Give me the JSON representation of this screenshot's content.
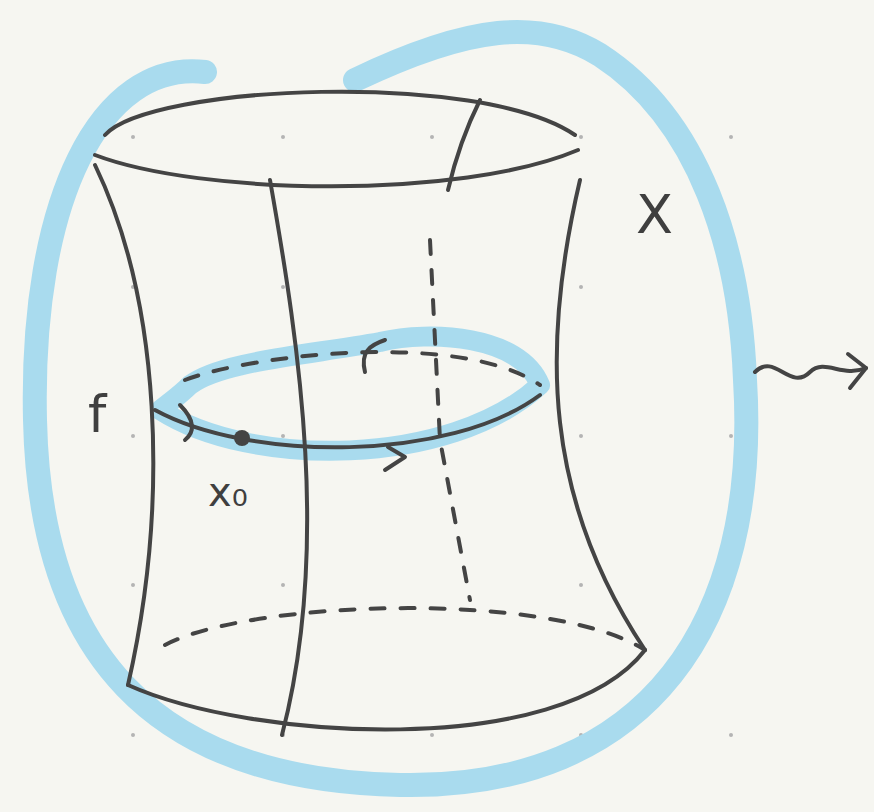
{
  "diagram": {
    "labels": [
      "X",
      "f",
      "x₀"
    ]
  }
}
